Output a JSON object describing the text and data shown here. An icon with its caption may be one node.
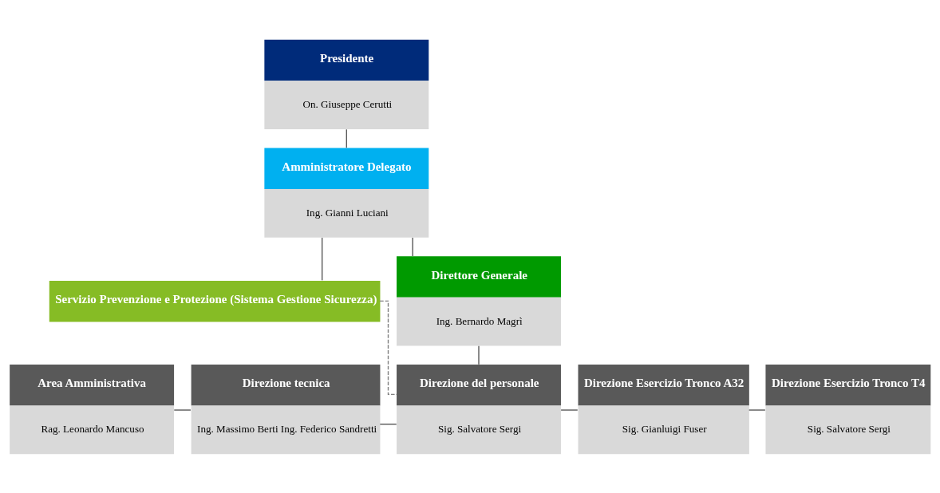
{
  "diagram": {
    "nodes": [
      {
        "text": [
          "Presidente",
          "On. Giuseppe Cerutti"
        ]
      },
      {
        "text": [
          "Amministratore Delegato",
          "Ing. Gianni Luciani"
        ]
      },
      {
        "text": [
          "Servizio Prevenzione e Protezione (Sistema Gestione Sicurezza)"
        ]
      },
      {
        "text": [
          "Direttore Generale",
          "Ing. Bernardo Magrì"
        ]
      },
      {
        "text": [
          "Area Amministrativa",
          "Rag. Leonardo Mancuso"
        ]
      },
      {
        "text": [
          "Direzione tecnica",
          "Ing. Massimo Berti Ing. Federico Sandretti"
        ]
      },
      {
        "text": [
          "Direzione del personale",
          "Sig. Salvatore Sergi"
        ]
      },
      {
        "text": [
          "Direzione Esercizio Tronco A32",
          "Sig. Gianluigi Fuser"
        ]
      },
      {
        "text": [
          "Direzione Esercizio Tronco T4",
          "Sig. Salvatore Sergi"
        ]
      }
    ],
    "edges": [
      {
        "from": 0,
        "to": 1,
        "arrow": "none"
      },
      {
        "from": 1,
        "to": 3,
        "arrow": "none"
      },
      {
        "from": 1,
        "to": 2,
        "arrow": "none"
      },
      {
        "from": 3,
        "to": 6,
        "arrow": "none"
      },
      {
        "from": 2,
        "to": 6,
        "arrow": "none",
        "style": "dashed",
        "color": "#808080"
      },
      {
        "from": 4,
        "to": 5,
        "arrow": "none"
      },
      {
        "from": 5,
        "to": 6,
        "arrow": "none"
      },
      {
        "from": 6,
        "to": 7,
        "arrow": "none"
      },
      {
        "from": 7,
        "to": 8,
        "arrow": "none"
      }
    ]
  }
}
